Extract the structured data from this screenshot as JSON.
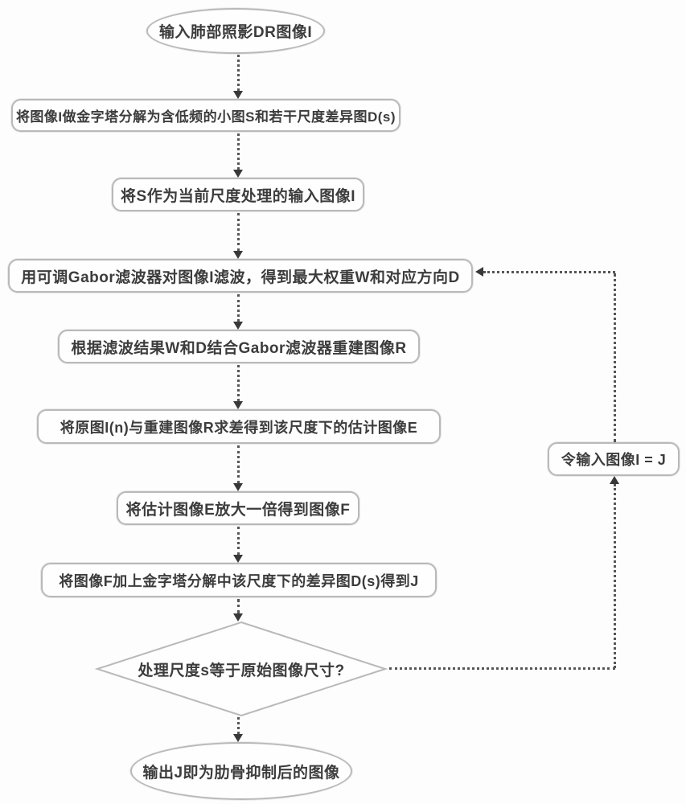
{
  "diagram": {
    "title": "肋骨抑制流程图",
    "background_color": "#fdfdfd",
    "node_border_color": "#b9b9b9",
    "node_text_color": "#3c3c3c",
    "connector_color": "#565656",
    "arrowhead_color": "#383838"
  },
  "nodes": {
    "start": {
      "shape": "ellipse",
      "label": "输入肺部照影DR图像I"
    },
    "pyramid": {
      "shape": "rounded-rect",
      "label": "将图像I做金字塔分解为含低频的小图S和若干尺度差异图D(s)"
    },
    "set_input": {
      "shape": "rounded-rect",
      "label": "将S作为当前尺度处理的输入图像I"
    },
    "gabor": {
      "shape": "rounded-rect",
      "label": "用可调Gabor滤波器对图像I滤波，得到最大权重W和对应方向D"
    },
    "reconstruct": {
      "shape": "rounded-rect",
      "label": "根据滤波结果W和D结合Gabor滤波器重建图像R"
    },
    "difference": {
      "shape": "rounded-rect",
      "label": "将原图I(n)与重建图像R求差得到该尺度下的估计图像E"
    },
    "upscale": {
      "shape": "rounded-rect",
      "label": "将估计图像E放大一倍得到图像F"
    },
    "add_diff": {
      "shape": "rounded-rect",
      "label": "将图像F加上金字塔分解中该尺度下的差异图D(s)得到J"
    },
    "decision": {
      "shape": "diamond",
      "label": "处理尺度s等于原始图像尺寸?"
    },
    "loop_assign": {
      "shape": "rounded-rect",
      "label": "令输入图像I = J"
    },
    "end": {
      "shape": "ellipse",
      "label": "输出J即为肋骨抑制后的图像"
    }
  }
}
